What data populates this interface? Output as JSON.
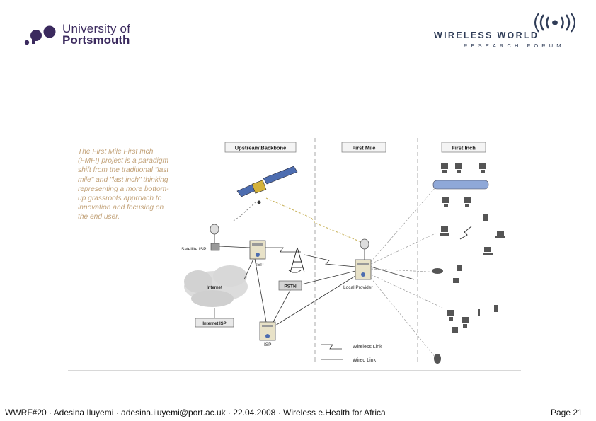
{
  "logos": {
    "university_line1": "University of",
    "university_line2": "Portsmouth",
    "wwrf_line1": "WIRELESS WORLD",
    "wwrf_line2": "RESEARCH FORUM"
  },
  "intro_text": "The First Mile First Inch (FMFI) project is a paradigm shift from the traditional \"last mile\" and \"last inch\" thinking representing a more bottom-up grassroots approach to innovation and focusing on the end user.",
  "diagram": {
    "headers": {
      "upstream": "Upstream\\Backbone",
      "first_mile": "First Mile",
      "first_inch": "First Inch"
    },
    "nodes": {
      "satellite_isp": "Satellite ISP",
      "isp_top": "ISP",
      "internet": "Internet",
      "internet_isp": "Internet ISP",
      "pstn": "PSTN",
      "local_provider": "Local Provider",
      "isp_bottom": "ISP"
    },
    "legend": {
      "wireless": "Wireless Link",
      "wired": "Wired Link"
    }
  },
  "footer": {
    "text": "WWRF#20  ·  Adesina Iluyemi · adesina.iluyemi@port.ac.uk · 22.04.2008 · Wireless e.Health for Africa",
    "page": "Page 21"
  },
  "colors": {
    "university_purple": "#3b2a5e",
    "wwrf_navy": "#2f3c57",
    "intro_text": "#c3a37a"
  }
}
